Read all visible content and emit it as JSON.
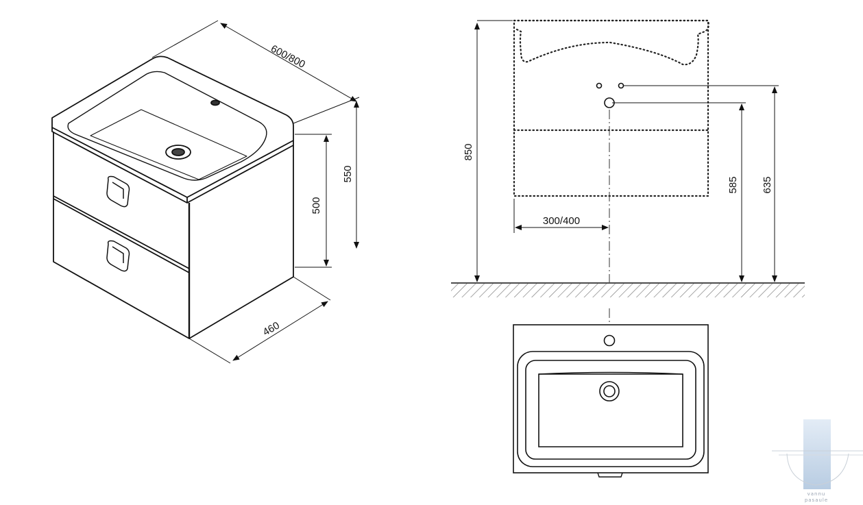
{
  "dimensions": {
    "width": "600/800",
    "depth": "460",
    "cabinet_height": "500",
    "overall_height": "550",
    "install_height": "850",
    "waste_height": "585",
    "tap_height": "635",
    "waste_offset": "300/400"
  },
  "watermark": {
    "line1": "vannu",
    "line2": "pasaule"
  },
  "colors": {
    "line": "#111111",
    "dotted": "#222222",
    "hatch": "#777777",
    "watermark": "#c9d8e8"
  }
}
